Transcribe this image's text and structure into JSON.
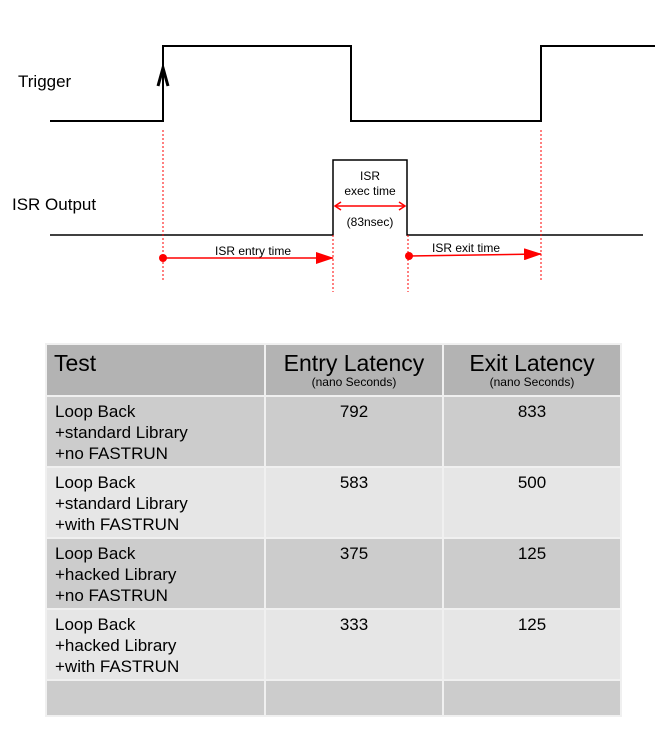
{
  "diagram": {
    "signals": [
      {
        "id": "trigger",
        "label": "Trigger"
      },
      {
        "id": "isr_output",
        "label": "ISR Output"
      }
    ],
    "pulse_label_line1": "ISR",
    "pulse_label_line2": "exec time",
    "pulse_duration": "(83nsec)",
    "entry_label": "ISR entry time",
    "exit_label": "ISR exit time",
    "colors": {
      "signal": "#000000",
      "marker": "#ff0000"
    }
  },
  "table": {
    "headers": [
      {
        "title": "Test",
        "subtitle": ""
      },
      {
        "title": "Entry Latency",
        "subtitle": "(nano Seconds)"
      },
      {
        "title": "Exit Latency",
        "subtitle": "(nano Seconds)"
      }
    ],
    "rows": [
      {
        "test": [
          "Loop Back",
          "+standard Library",
          "+no FASTRUN"
        ],
        "entry": "792",
        "exit": "833"
      },
      {
        "test": [
          "Loop Back",
          "+standard Library",
          "+with FASTRUN"
        ],
        "entry": "583",
        "exit": "500"
      },
      {
        "test": [
          "Loop Back",
          "+hacked Library",
          "+no FASTRUN"
        ],
        "entry": "375",
        "exit": "125"
      },
      {
        "test": [
          "Loop Back",
          "+hacked Library",
          "+with FASTRUN"
        ],
        "entry": "333",
        "exit": "125"
      }
    ],
    "colors": {
      "header": "#b3b3b3",
      "row_dark": "#cccccc",
      "row_light": "#e6e6e6"
    }
  }
}
